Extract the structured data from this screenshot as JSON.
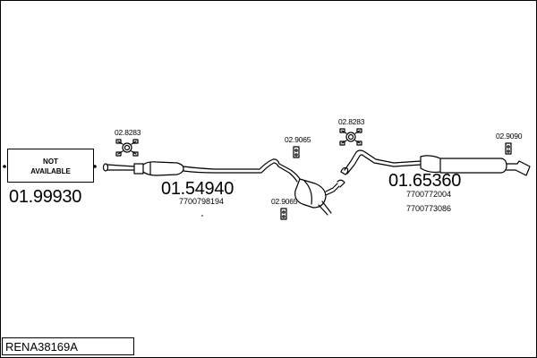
{
  "diagram": {
    "reference_code": "RENA38169A",
    "not_available": {
      "line1": "NOT",
      "line2": "AVAILABLE",
      "part_number": "01.99930"
    },
    "parts": [
      {
        "id": "front_pipe",
        "part_number": "01.54940",
        "oem": [
          "7700798194"
        ]
      },
      {
        "id": "rear_silencer",
        "part_number": "01.65360",
        "oem": [
          "7700772004",
          "7700773086"
        ]
      }
    ],
    "accessories": [
      {
        "code": "02.8283",
        "icon": "clamp-icon"
      },
      {
        "code": "02.9065",
        "icon": "rubber-hanger-icon"
      },
      {
        "code": "02.9065",
        "icon": "rubber-hanger-icon"
      },
      {
        "code": "02.8283",
        "icon": "clamp-icon"
      },
      {
        "code": "02.9090",
        "icon": "rubber-hanger-icon"
      }
    ]
  }
}
